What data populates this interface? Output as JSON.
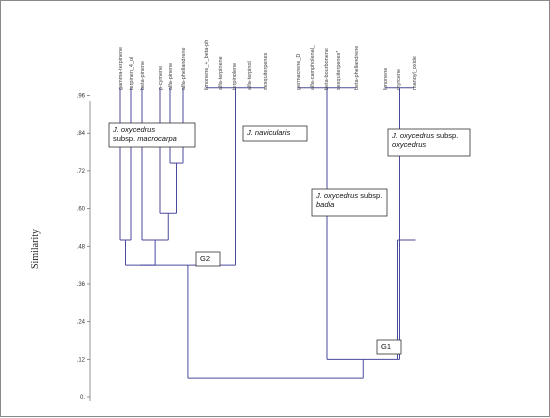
{
  "chart_data": {
    "type": "dendrogram",
    "ylabel": "Similarity",
    "yticks": [
      0,
      0.12,
      0.24,
      0.36,
      0.48,
      0.6,
      0.72,
      0.84,
      0.96
    ],
    "ylim": [
      0,
      1.0
    ],
    "leaves": [
      {
        "id": "l0",
        "label": "gamma-terpinene"
      },
      {
        "id": "l1",
        "label": "terpinen_4_ol"
      },
      {
        "id": "l2",
        "label": "beta-pinene"
      },
      {
        "id": "l3",
        "label": "p-cymene"
      },
      {
        "id": "l4",
        "label": "alfa-pinene"
      },
      {
        "id": "l5",
        "label": "alfa-phellandrene"
      },
      {
        "id": "l6",
        "label": "limonene_+_beta-ph"
      },
      {
        "id": "l7",
        "label": "alfa-terpinene"
      },
      {
        "id": "l8",
        "label": "terpinolene"
      },
      {
        "id": "l9",
        "label": "alfa-terpinol"
      },
      {
        "id": "l10",
        "label": "sesquiterpenes"
      },
      {
        "id": "l11",
        "label": "germacrene_D"
      },
      {
        "id": "l12",
        "label": "alfa-campholenal_"
      },
      {
        "id": "l13",
        "label": "beta-bourbonene"
      },
      {
        "id": "l14",
        "label": "sesquiterpenes*"
      },
      {
        "id": "l15",
        "label": "beta-phellandrene"
      },
      {
        "id": "l16",
        "label": "limonene"
      },
      {
        "id": "l17",
        "label": "myrcene"
      },
      {
        "id": "l18",
        "label": "manoyl_oxide"
      }
    ],
    "merges": [
      {
        "id": "m1",
        "children": [
          "l6",
          "l7",
          "l8",
          "l9",
          "l10"
        ],
        "similarity": 0.985
      },
      {
        "id": "m2",
        "children": [
          "l11",
          "l12",
          "l13",
          "l14",
          "l15"
        ],
        "similarity": 0.985
      },
      {
        "id": "m3",
        "children": [
          "l16",
          "l17",
          "l18"
        ],
        "similarity": 0.985
      },
      {
        "id": "m4",
        "children": [
          "l4",
          "l5"
        ],
        "similarity": 0.745
      },
      {
        "id": "m5",
        "children": [
          "l3",
          "m4"
        ],
        "similarity": 0.585
      },
      {
        "id": "m6",
        "children": [
          "l2",
          "m5"
        ],
        "similarity": 0.5
      },
      {
        "id": "m7",
        "children": [
          "l0",
          "l1"
        ],
        "similarity": 0.5
      },
      {
        "id": "m8",
        "children": [
          "m7",
          "m6"
        ],
        "similarity": 0.42
      },
      {
        "id": "m9",
        "children": [
          "m8",
          "m1"
        ],
        "similarity": 0.42
      },
      {
        "id": "m10",
        "children": [
          "m3"
        ],
        "similarity": 0.5
      },
      {
        "id": "m11",
        "children": [
          "m2",
          "m10"
        ],
        "similarity": 0.12
      },
      {
        "id": "m12",
        "children": [
          "m9",
          "m11"
        ],
        "similarity": 0.06
      }
    ],
    "annotations": [
      {
        "id": "macrocarpa",
        "lines": [
          [
            {
              "text": "J. oxycedrus",
              "italic": true
            }
          ],
          [
            {
              "text": "subsp. ",
              "italic": false
            },
            {
              "text": "macrocarpa",
              "italic": true
            }
          ]
        ]
      },
      {
        "id": "navicularis",
        "lines": [
          [
            {
              "text": "J. navicularis",
              "italic": true
            }
          ]
        ]
      },
      {
        "id": "oxycedrus",
        "lines": [
          [
            {
              "text": "J. oxycedrus",
              "italic": true
            },
            {
              "text": " subsp.",
              "italic": false
            }
          ],
          [
            {
              "text": "oxycedrus",
              "italic": true
            }
          ]
        ]
      },
      {
        "id": "badia",
        "lines": [
          [
            {
              "text": "J. oxycedrus",
              "italic": true
            },
            {
              "text": " subsp.",
              "italic": false
            }
          ],
          [
            {
              "text": "badia",
              "italic": true
            }
          ]
        ]
      },
      {
        "id": "g2",
        "lines": [
          [
            {
              "text": "G2",
              "italic": false
            }
          ]
        ]
      },
      {
        "id": "g1",
        "lines": [
          [
            {
              "text": "G1",
              "italic": false
            }
          ]
        ]
      }
    ],
    "colors": {
      "branch": "#4a4a9e",
      "box_border": "#333333",
      "axis": "#666666"
    }
  }
}
